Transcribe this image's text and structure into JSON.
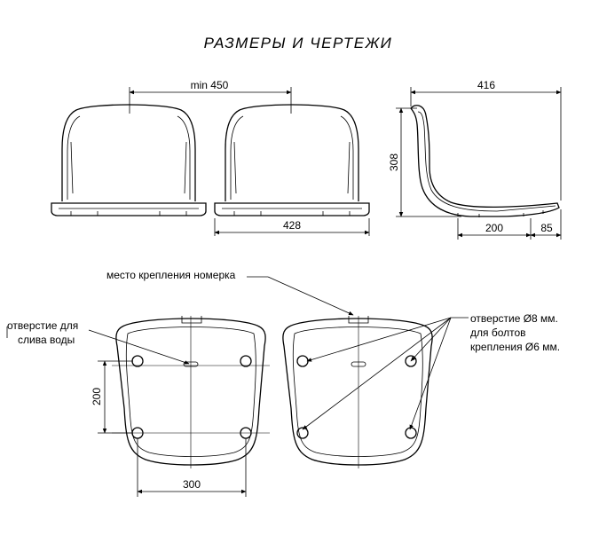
{
  "title": "РАЗМЕРЫ И ЧЕРТЕЖИ",
  "dimensions": {
    "min_spacing": "min 450",
    "seat_width": "428",
    "depth": "416",
    "height": "308",
    "side_base": "200",
    "side_tip": "85",
    "hole_vertical": "200",
    "hole_horizontal": "300"
  },
  "labels": {
    "number_mount": "место крепления номерка",
    "drain_line1": "отверстие для",
    "drain_line2": "слива воды",
    "holes_line1": "отверстие Ø8 мм.",
    "holes_line2": "для болтов",
    "holes_line3": "крепления Ø6 мм."
  }
}
